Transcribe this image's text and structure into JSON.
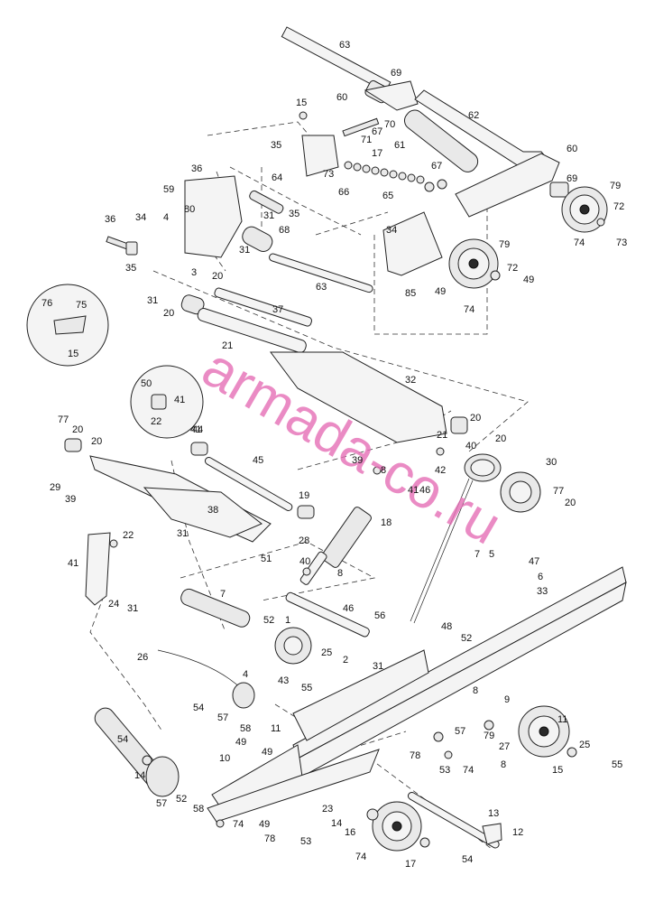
{
  "watermark": "armada-co.ru",
  "callouts": [
    "63",
    "69",
    "60",
    "15",
    "70",
    "67",
    "71",
    "61",
    "62",
    "35",
    "17",
    "73",
    "66",
    "65",
    "67",
    "60",
    "69",
    "79",
    "36",
    "59",
    "80",
    "64",
    "35",
    "31",
    "4",
    "34",
    "36",
    "68",
    "72",
    "74",
    "73",
    "35",
    "31",
    "34",
    "79",
    "72",
    "20",
    "49",
    "3",
    "63",
    "85",
    "49",
    "76",
    "75",
    "31",
    "37",
    "74",
    "20",
    "15",
    "21",
    "32",
    "50",
    "41",
    "22",
    "20",
    "77",
    "20",
    "44",
    "21",
    "20",
    "40",
    "39",
    "8",
    "42",
    "20",
    "19",
    "45",
    "30",
    "29",
    "39",
    "41",
    "46",
    "77",
    "20",
    "41",
    "38",
    "18",
    "31",
    "22",
    "51",
    "28",
    "41",
    "40",
    "8",
    "7",
    "5",
    "47",
    "7",
    "6",
    "24",
    "33",
    "31",
    "46",
    "56",
    "52",
    "1",
    "48",
    "52",
    "25",
    "2",
    "26",
    "31",
    "4",
    "43",
    "55",
    "8",
    "9",
    "54",
    "58",
    "57",
    "79",
    "27",
    "11",
    "54",
    "57",
    "78",
    "25",
    "8",
    "11",
    "10",
    "49",
    "49",
    "53",
    "74",
    "15",
    "55",
    "14",
    "23",
    "52",
    "13",
    "12",
    "58",
    "57",
    "14",
    "16",
    "74",
    "49",
    "78",
    "53",
    "74",
    "17",
    "54"
  ]
}
